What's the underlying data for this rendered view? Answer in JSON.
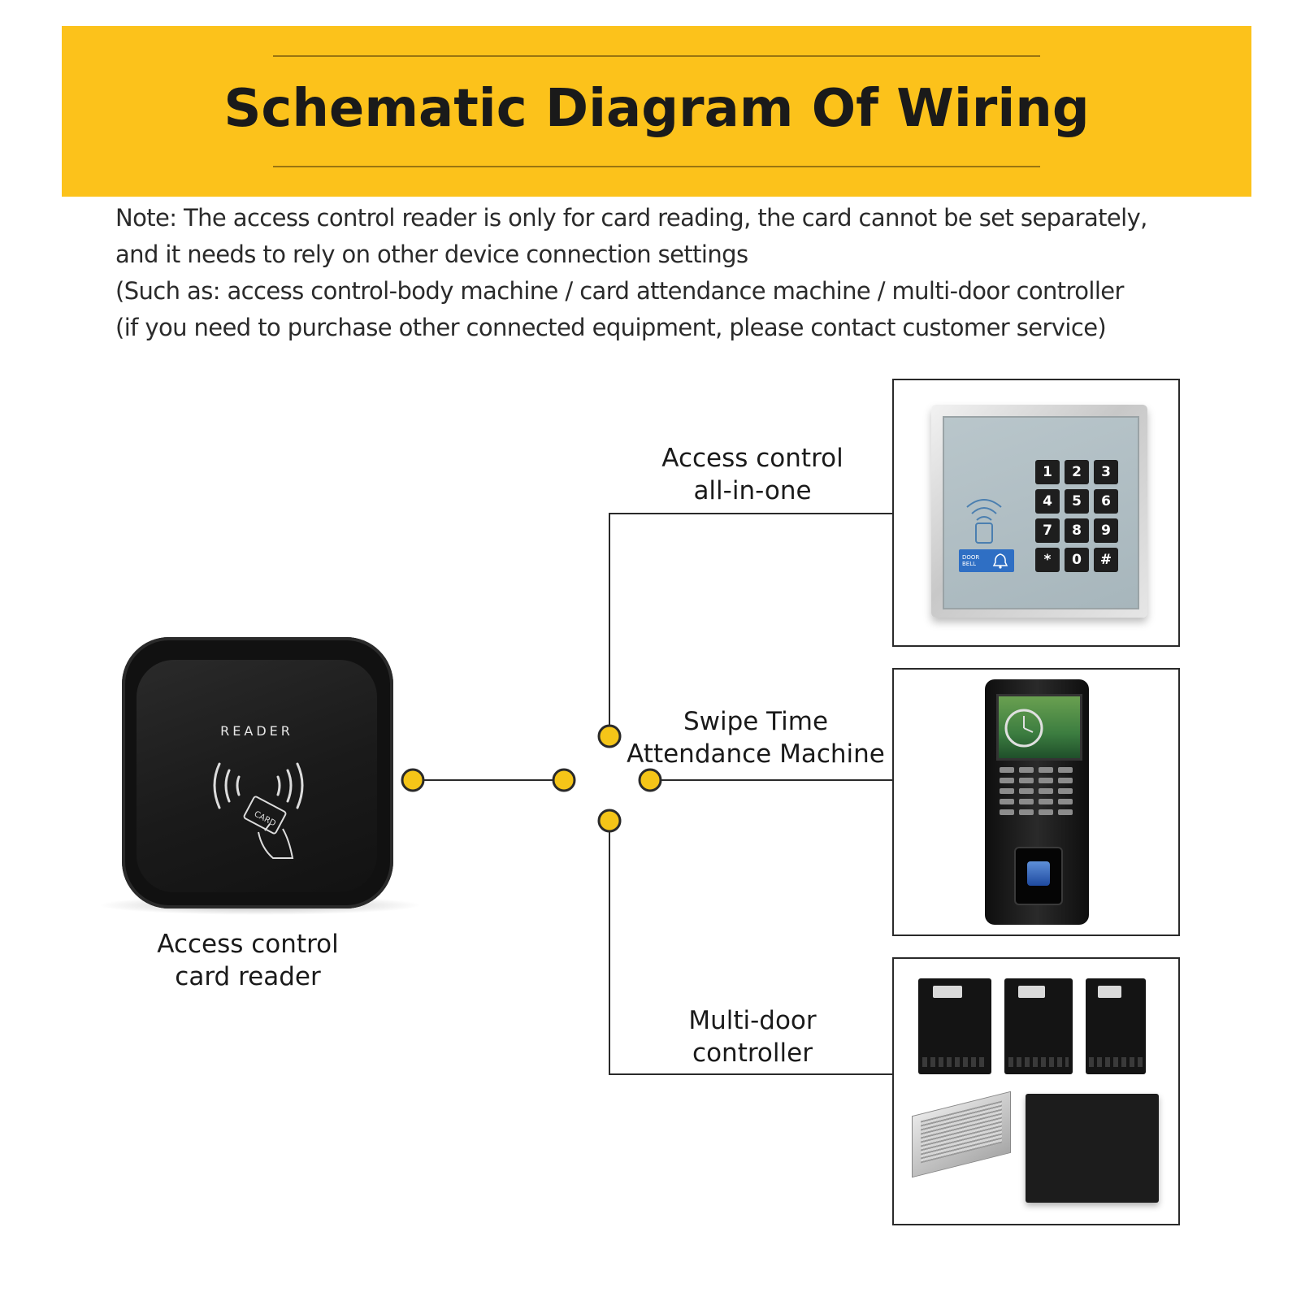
{
  "header": {
    "title": "Schematic Diagram Of Wiring",
    "accent": "#fcc21b"
  },
  "note": {
    "lines": [
      "Note: The access control reader is only for card reading, the card cannot be set separately,",
      "and it needs to rely on other device connection settings",
      "(Such as: access control-body machine / card attendance machine / multi-door controller",
      "(if you need to purchase other connected equipment, please contact customer service)"
    ]
  },
  "reader": {
    "face_text": "READER",
    "card_text": "CARD",
    "label_line1": "Access control",
    "label_line2": "card reader"
  },
  "devices": [
    {
      "label_line1": "Access control",
      "label_line2": "all-in-one",
      "keys": [
        "1",
        "2",
        "3",
        "4",
        "5",
        "6",
        "7",
        "8",
        "9",
        "*",
        "0",
        "#"
      ],
      "bell_text": "DOOR BELL"
    },
    {
      "label_line1": "Swipe Time",
      "label_line2": "Attendance Machine"
    },
    {
      "label_line1": "Multi-door",
      "label_line2": "controller"
    }
  ],
  "connector_color": "#f5c518"
}
